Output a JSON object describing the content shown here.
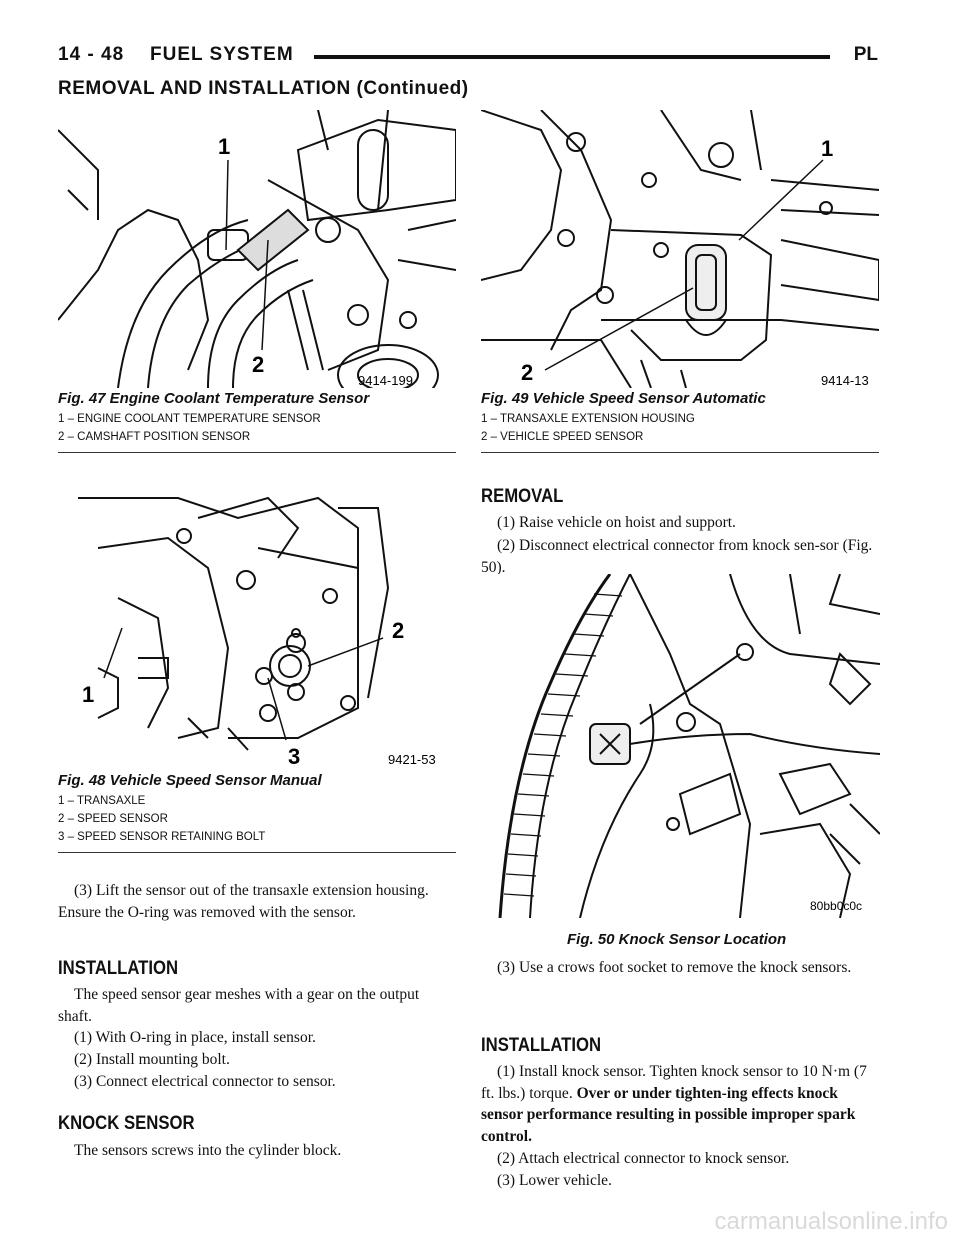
{
  "header": {
    "page_number": "14 - 48",
    "section": "FUEL SYSTEM",
    "code": "PL",
    "continued": "REMOVAL AND INSTALLATION (Continued)"
  },
  "figures": {
    "fig47": {
      "code": "9414-199",
      "caption": "Fig. 47 Engine Coolant Temperature Sensor",
      "callouts": [
        "1",
        "2"
      ],
      "legend": [
        "1 – ENGINE COOLANT TEMPERATURE SENSOR",
        "2 – CAMSHAFT POSITION SENSOR"
      ]
    },
    "fig48": {
      "code": "9421-53",
      "caption": "Fig. 48 Vehicle Speed Sensor Manual",
      "callouts": [
        "1",
        "2",
        "3"
      ],
      "legend": [
        "1 – TRANSAXLE",
        "2 – SPEED SENSOR",
        "3 – SPEED SENSOR RETAINING BOLT"
      ]
    },
    "fig49": {
      "code": "9414-13",
      "caption": "Fig. 49 Vehicle Speed Sensor Automatic",
      "callouts": [
        "1",
        "2"
      ],
      "legend": [
        "1 – TRANSAXLE EXTENSION HOUSING",
        "2 – VEHICLE SPEED SENSOR"
      ]
    },
    "fig50": {
      "code": "80bb0c0c",
      "caption": "Fig. 50 Knock Sensor Location"
    }
  },
  "left_column": {
    "step3": "(3) Lift the sensor out of the transaxle extension housing. Ensure the O-ring was removed with the sensor.",
    "installation_heading": "INSTALLATION",
    "install_intro": "The speed sensor gear meshes with a gear on the output shaft.",
    "install_steps": [
      "(1) With O-ring in place, install sensor.",
      "(2) Install mounting bolt.",
      "(3) Connect electrical connector to sensor."
    ],
    "knock_heading": "KNOCK SENSOR",
    "knock_text": "The sensors screws into the cylinder block."
  },
  "right_column": {
    "removal_heading": "REMOVAL",
    "removal_steps": [
      "(1) Raise vehicle on hoist and support.",
      "(2) Disconnect electrical connector from knock sen-sor (Fig. 50)."
    ],
    "step3": "(3) Use a crows foot socket to remove the knock sensors.",
    "installation_heading": "INSTALLATION",
    "install1_plain": "(1) Install knock sensor. Tighten knock sensor to 10 N·m (7 ft. lbs.) torque. ",
    "install1_bold": "Over or under tighten-ing effects knock sensor performance resulting in possible improper spark control.",
    "install2": "(2) Attach electrical connector to knock sensor.",
    "install3": "(3) Lower vehicle."
  },
  "watermark": "carmanualsonline.info"
}
